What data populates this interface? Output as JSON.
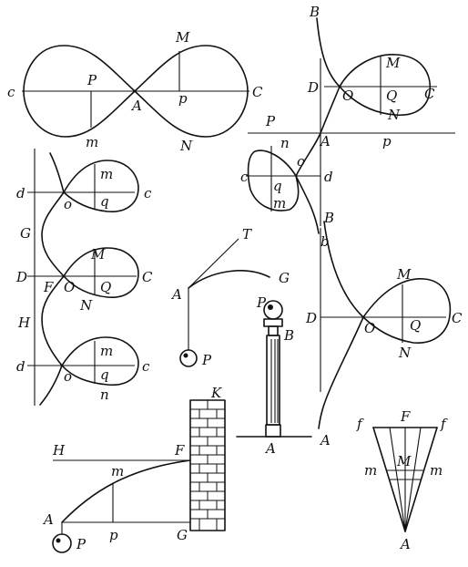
{
  "figure1": {
    "labels": {
      "c": "c",
      "P": "P",
      "M": "M",
      "p": "p",
      "C": "C",
      "A": "A",
      "m": "m",
      "N": "N"
    }
  },
  "figure2": {
    "labels": {
      "B": "B",
      "D": "D",
      "M": "M",
      "O": "O",
      "Q": "Q",
      "C": "C",
      "N": "N",
      "P": "P",
      "n": "n",
      "A": "A",
      "p": "p",
      "c": "c",
      "o": "o",
      "d": "d",
      "q": "q",
      "m": "m",
      "b": "b"
    }
  },
  "figure3": {
    "labels": {
      "d_top": "d",
      "m_top": "m",
      "c_top": "c",
      "o_top": "o",
      "q_top": "q",
      "G": "G",
      "M": "M",
      "D": "D",
      "F": "F",
      "O": "O",
      "Q": "Q",
      "C": "C",
      "N": "N",
      "H": "H",
      "m_bot": "m",
      "d_bot": "d",
      "o_bot": "o",
      "q_bot": "q",
      "c_bot": "c",
      "n": "n"
    }
  },
  "figure4": {
    "labels": {
      "T": "T",
      "A": "A",
      "G": "G",
      "P": "P"
    }
  },
  "figure5": {
    "labels": {
      "P": "P",
      "B": "B",
      "A": "A"
    }
  },
  "figure6": {
    "labels": {
      "B": "B",
      "M": "M",
      "D": "D",
      "O": "O",
      "Q": "Q",
      "C": "C",
      "N": "N",
      "A": "A"
    }
  },
  "figure7": {
    "labels": {
      "K": "K",
      "H": "H",
      "F": "F",
      "m": "m",
      "A": "A",
      "p": "p",
      "G": "G",
      "P": "P"
    }
  },
  "figure8": {
    "labels": {
      "f_left": "f",
      "F": "F",
      "f_right": "f",
      "m_left": "m",
      "M": "M",
      "m_right": "m",
      "A": "A"
    }
  }
}
